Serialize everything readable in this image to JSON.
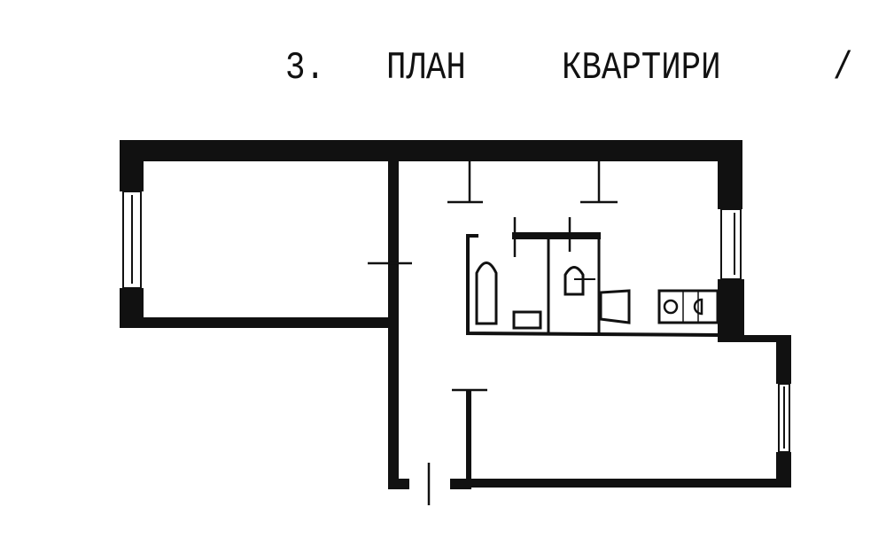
{
  "title": {
    "number": "3.",
    "word1": "ПЛАН",
    "word2": "КВАРТИРИ",
    "slash": "/"
  },
  "colors": {
    "wall": "#111111",
    "background": "#ffffff"
  }
}
